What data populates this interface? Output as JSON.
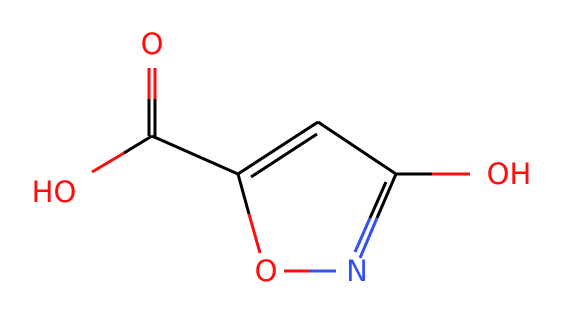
{
  "molecule": {
    "atoms": {
      "carbonyl_o": "O",
      "acid_oh": "HO",
      "ring_o": "O",
      "ring_n": "N",
      "hydroxyl": "OH"
    }
  },
  "colors": {
    "bond": "#000000",
    "oxygen": "#ff0d0d",
    "nitrogen": "#3050f8"
  }
}
